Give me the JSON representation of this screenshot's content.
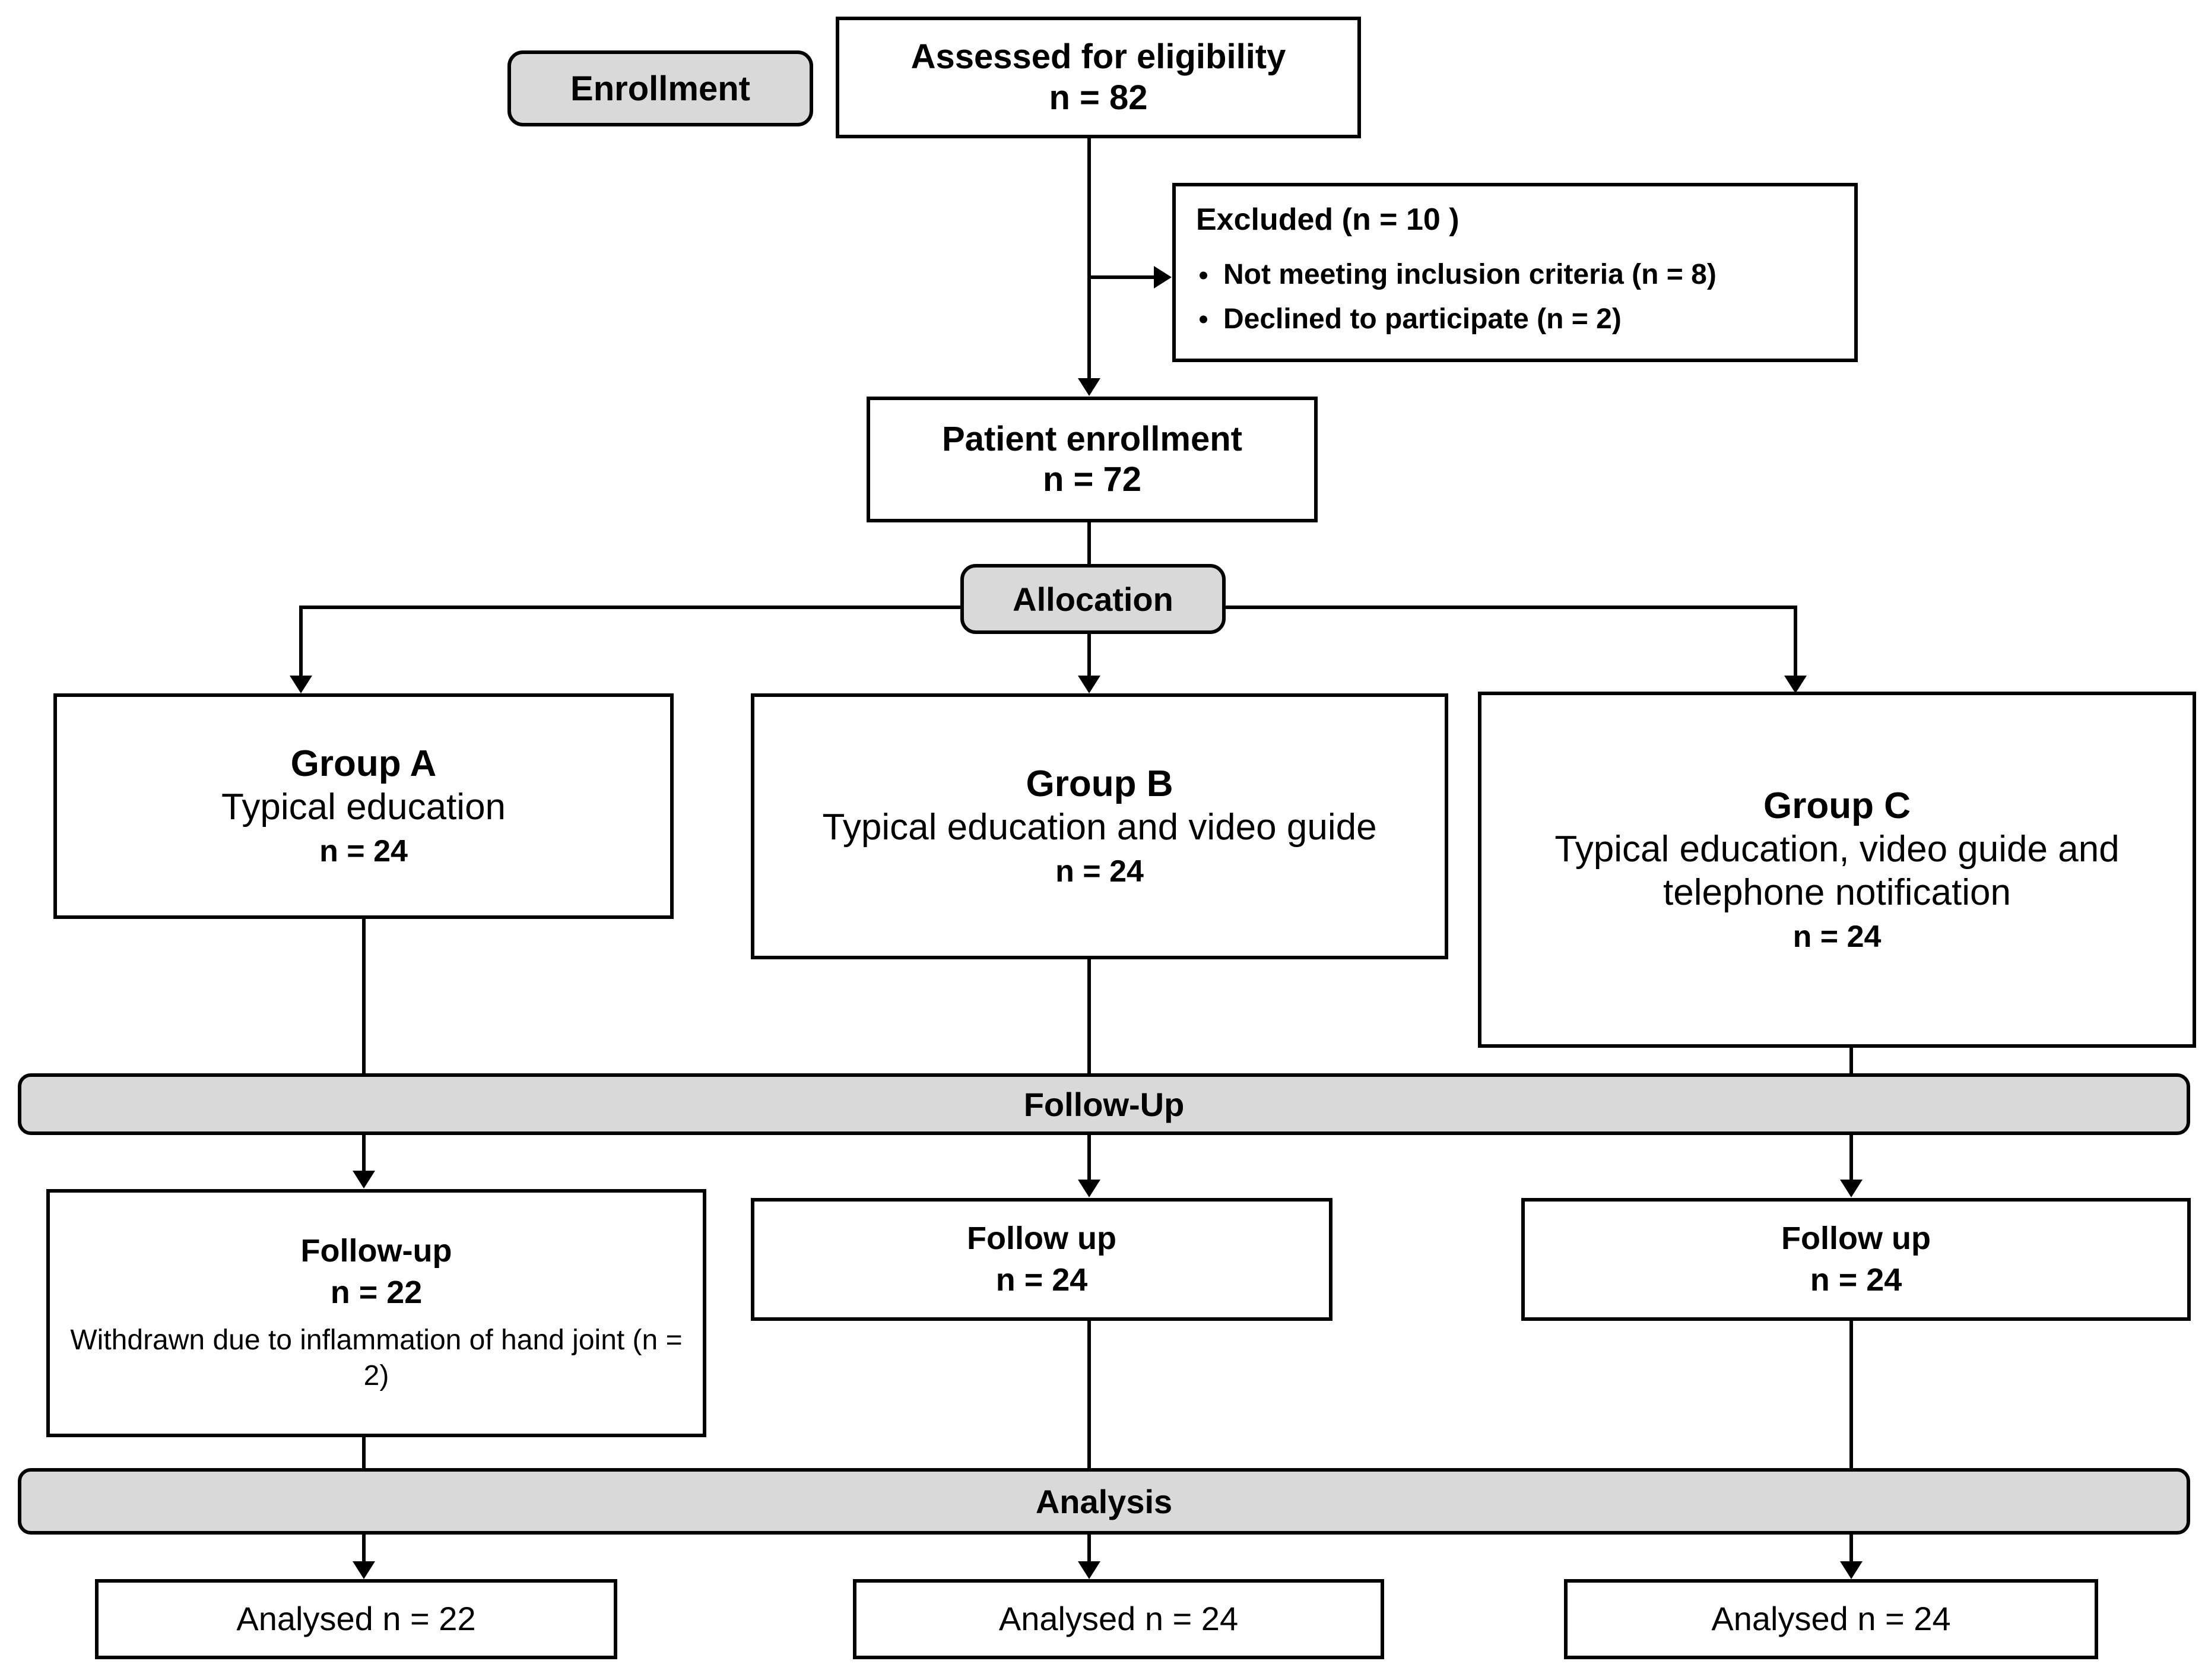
{
  "diagram": {
    "title": "CONSORT participant flow diagram",
    "stage_labels": {
      "enrollment": "Enrollment",
      "allocation": "Allocation",
      "followup": "Follow-Up",
      "analysis": "Analysis"
    },
    "assessed": {
      "line1": "Assessed for eligibility",
      "line2": "n =  82"
    },
    "excluded": {
      "title": "Excluded (n = 10 )",
      "reasons": [
        "Not meeting inclusion criteria (n = 8)",
        "Declined to participate (n = 2)"
      ]
    },
    "patient_enrollment": {
      "line1": "Patient enrollment",
      "line2": "n = 72"
    },
    "groups": [
      {
        "name": "Group A",
        "description": "Typical education",
        "n": "n = 24"
      },
      {
        "name": "Group B",
        "description": "Typical education and video guide",
        "n": "n = 24"
      },
      {
        "name": "Group C",
        "description": "Typical education, video guide and telephone notification",
        "n": "n = 24"
      }
    ],
    "followups": [
      {
        "line1": "Follow-up",
        "line2": "n = 22",
        "note": "Withdrawn due to inflammation of hand joint (n = 2)"
      },
      {
        "line1": "Follow up",
        "line2": "n = 24",
        "note": ""
      },
      {
        "line1": "Follow up",
        "line2": "n = 24",
        "note": ""
      }
    ],
    "analysed": [
      "Analysed  n = 22",
      "Analysed  n =  24",
      "Analysed  n = 24"
    ],
    "colors": {
      "stage_fill": "#d9d9d9",
      "node_fill": "#ffffff",
      "stroke": "#000000",
      "text": "#000000"
    }
  }
}
